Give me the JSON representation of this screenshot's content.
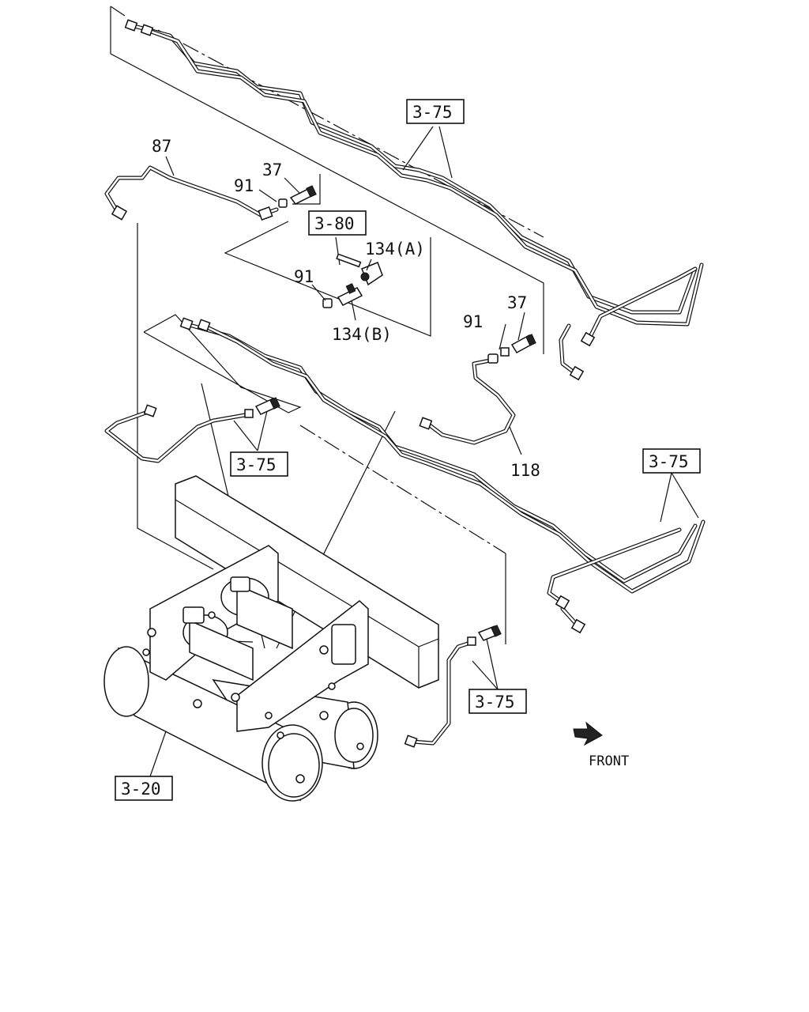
{
  "diagram": {
    "labels": {
      "p87": "87",
      "p37_top": "37",
      "p91_top": "91",
      "p91_mid": "91",
      "p134a": "134(A)",
      "p134b": "134(B)",
      "p37_right": "37",
      "p91_right": "91",
      "p118": "118",
      "front": "FRONT"
    },
    "refs": {
      "r_top": "3-75",
      "r_380": "3-80",
      "r_left": "3-75",
      "r_right": "3-75",
      "r_bottom": "3-75",
      "r_320": "3-20"
    },
    "icons": {
      "front_arrow": "arrow-right-icon"
    }
  }
}
